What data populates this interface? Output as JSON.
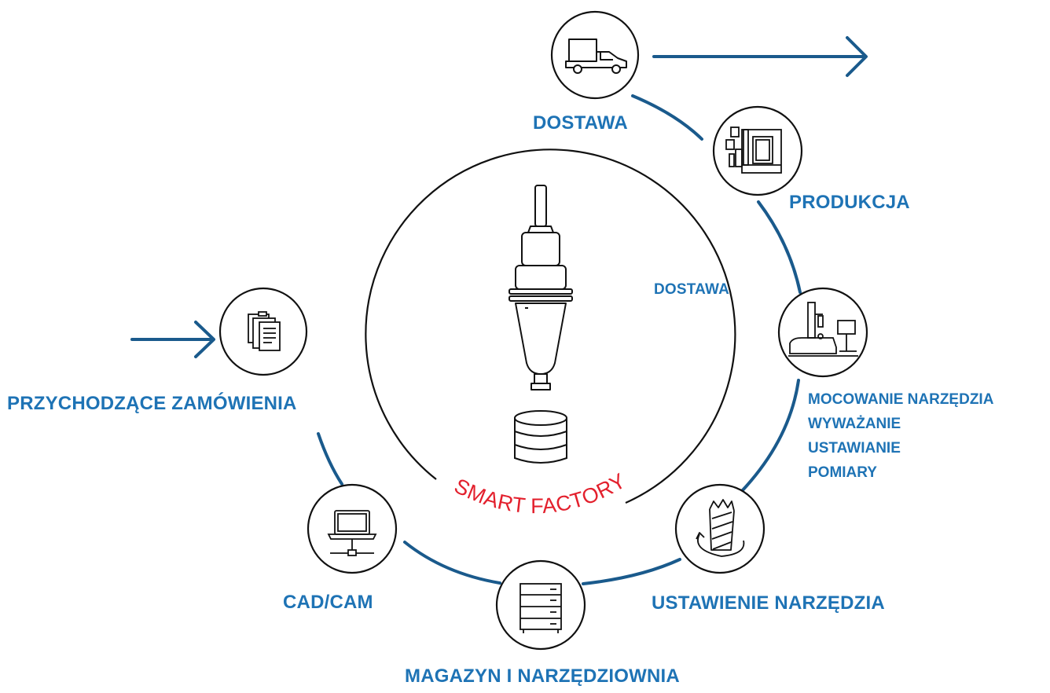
{
  "colors": {
    "accent": "#1e73b5",
    "arrow": "#1a5a8c",
    "smart": "#e3202d",
    "line": "#111111"
  },
  "center": {
    "title": "SMART FACTORY",
    "inner_label": "DOSTAWA",
    "icons": [
      "tool-holder-icon",
      "database-icon"
    ]
  },
  "stages": {
    "delivery": {
      "label": "DOSTAWA",
      "icon": "truck-icon"
    },
    "production": {
      "label": "PRODUKCJA",
      "icon": "machine-tool-icon"
    },
    "presetting": {
      "lines": [
        "MOCOWANIE NARZĘDZIA",
        "WYWAŻANIE",
        "USTAWIANIE",
        "POMIARY"
      ],
      "icon": "measuring-machine-icon"
    },
    "tool_setup": {
      "label": "USTAWIENIE NARZĘDZIA",
      "icon": "drill-bit-icon"
    },
    "storage": {
      "label": "MAGAZYN I NARZĘDZIOWNIA",
      "icon": "cabinet-icon"
    },
    "cadcam": {
      "label": "CAD/CAM",
      "icon": "laptop-icon"
    },
    "orders": {
      "label": "PRZYCHODZĄCE ZAMÓWIENIA",
      "icon": "documents-icon"
    }
  }
}
